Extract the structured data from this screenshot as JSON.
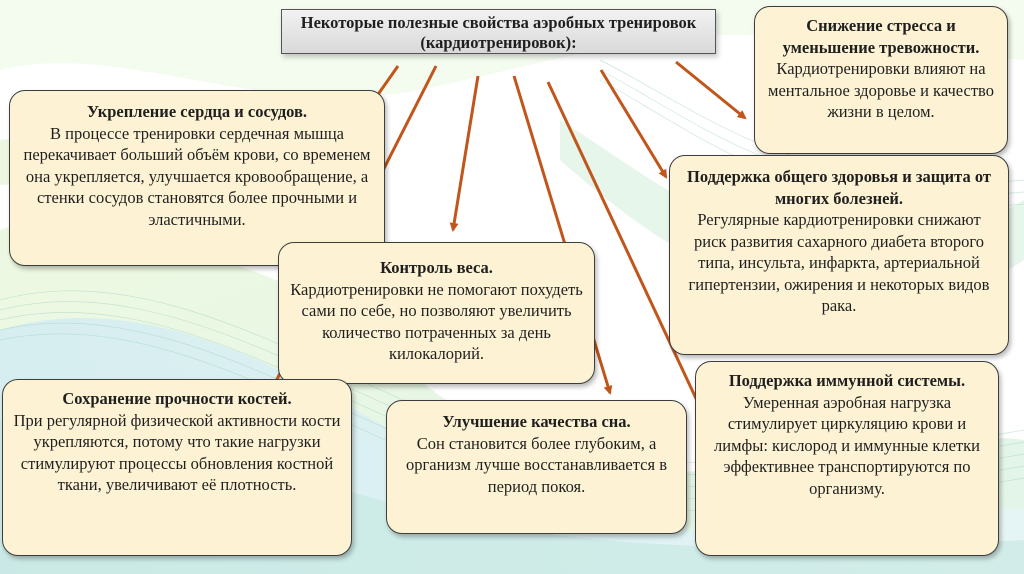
{
  "title": "Некоторые полезные свойства аэробных тренировок (кардиотренировок):",
  "boxes": {
    "heart": {
      "heading": "Укрепление сердца и сосудов.",
      "body": "В процессе тренировки сердечная мышца перекачивает больший объём крови, со временем она укрепляется, улучшается кровообращение, а стенки сосудов становятся более прочными и эластичными."
    },
    "stress": {
      "heading": "Снижение стресса и уменьшение тревожности.",
      "body": "Кардиотренировки влияют на ментальное здоровье и качество жизни в целом."
    },
    "health": {
      "heading": "Поддержка общего здоровья и защита от многих болезней.",
      "body": "Регулярные кардиотренировки снижают риск развития сахарного диабета второго типа, инсульта, инфаркта, артериальной гипертензии, ожирения и некоторых видов рака."
    },
    "weight": {
      "heading": "Контроль веса.",
      "body": "Кардиотренировки не помогают похудеть сами по себе, но позволяют увеличить количество потраченных за день килокалорий."
    },
    "bones": {
      "heading": "Сохранение прочности костей.",
      "body": "При регулярной физической активности кости укрепляются, потому что такие нагрузки стимулируют процессы обновления костной ткани, увеличивают её плотность."
    },
    "sleep": {
      "heading": "Улучшение качества сна.",
      "body": "Сон становится более глубоким, а организм лучше восстанавливается в период покоя."
    },
    "immune": {
      "heading": "Поддержка иммунной системы.",
      "body": "Умеренная аэробная нагрузка стимулирует циркуляцию крови и лимфы: кислород и иммунные клетки эффективнее транспортируются по организму."
    }
  },
  "colors": {
    "box_fill": "#fdf3d4",
    "box_border": "#3d3d3d",
    "arrow": "#c0561c",
    "title_fill": "#e3e3e3"
  }
}
